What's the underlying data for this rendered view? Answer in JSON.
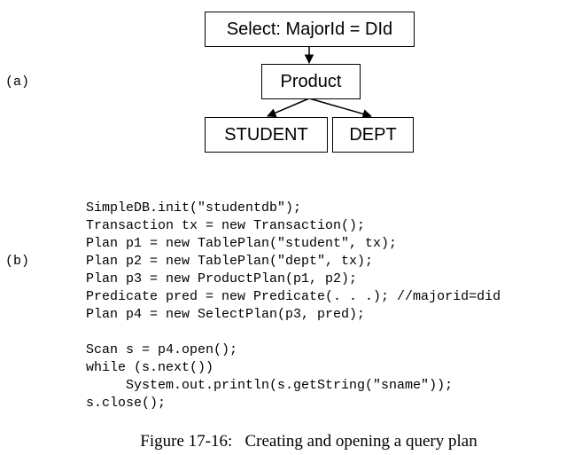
{
  "part_a_label": "(a)",
  "part_b_label": "(b)",
  "tree": {
    "select_node": "Select: MajorId = DId",
    "product_node": "Product",
    "student_node": "STUDENT",
    "dept_node": "DEPT"
  },
  "code_lines": [
    "SimpleDB.init(\"studentdb\");",
    "Transaction tx = new Transaction();",
    "Plan p1 = new TablePlan(\"student\", tx);",
    "Plan p2 = new TablePlan(\"dept\", tx);",
    "Plan p3 = new ProductPlan(p1, p2);",
    "Predicate pred = new Predicate(. . .); //majorid=did",
    "Plan p4 = new SelectPlan(p3, pred);",
    "",
    "Scan s = p4.open();",
    "while (s.next())",
    "     System.out.println(s.getString(\"sname\"));",
    "s.close();"
  ],
  "caption": "Figure 17-16:   Creating and opening a query plan"
}
